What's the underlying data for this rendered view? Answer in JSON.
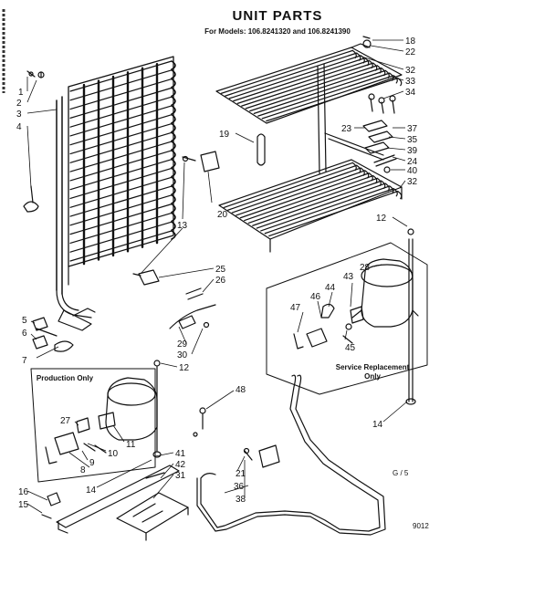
{
  "header": {
    "title": "UNIT PARTS",
    "subtitle": "For Models: 106.8241320 and 106.8241390"
  },
  "boxes": {
    "production": "Production Only",
    "service_line1": "Service Replacement",
    "service_line2": "Only"
  },
  "notes": {
    "code_a": "G / 5",
    "code_b": "9012"
  },
  "callouts": [
    {
      "id": "c18",
      "text": "18"
    },
    {
      "id": "c22",
      "text": "22"
    },
    {
      "id": "c32a",
      "text": "32"
    },
    {
      "id": "c33",
      "text": "33"
    },
    {
      "id": "c34",
      "text": "34"
    },
    {
      "id": "c23",
      "text": "23"
    },
    {
      "id": "c37",
      "text": "37"
    },
    {
      "id": "c35",
      "text": "35"
    },
    {
      "id": "c39",
      "text": "39"
    },
    {
      "id": "c24",
      "text": "24"
    },
    {
      "id": "c40",
      "text": "40"
    },
    {
      "id": "c32b",
      "text": "32"
    },
    {
      "id": "c1",
      "text": "1"
    },
    {
      "id": "c2",
      "text": "2"
    },
    {
      "id": "c3",
      "text": "3"
    },
    {
      "id": "c4",
      "text": "4"
    },
    {
      "id": "c19",
      "text": "19"
    },
    {
      "id": "c20",
      "text": "20"
    },
    {
      "id": "c13",
      "text": "13"
    },
    {
      "id": "c12a",
      "text": "12"
    },
    {
      "id": "c25",
      "text": "25"
    },
    {
      "id": "c26",
      "text": "26"
    },
    {
      "id": "c28",
      "text": "28"
    },
    {
      "id": "c43",
      "text": "43"
    },
    {
      "id": "c44",
      "text": "44"
    },
    {
      "id": "c46",
      "text": "46"
    },
    {
      "id": "c47",
      "text": "47"
    },
    {
      "id": "c45",
      "text": "45"
    },
    {
      "id": "c5",
      "text": "5"
    },
    {
      "id": "c6",
      "text": "6"
    },
    {
      "id": "c7",
      "text": "7"
    },
    {
      "id": "c29",
      "text": "29"
    },
    {
      "id": "c30",
      "text": "30"
    },
    {
      "id": "c12b",
      "text": "12"
    },
    {
      "id": "c48",
      "text": "48"
    },
    {
      "id": "c27",
      "text": "27"
    },
    {
      "id": "c11",
      "text": "11"
    },
    {
      "id": "c10",
      "text": "10"
    },
    {
      "id": "c9",
      "text": "9"
    },
    {
      "id": "c8",
      "text": "8"
    },
    {
      "id": "c14a",
      "text": "14"
    },
    {
      "id": "c14b",
      "text": "14"
    },
    {
      "id": "c41",
      "text": "41"
    },
    {
      "id": "c42",
      "text": "42"
    },
    {
      "id": "c31",
      "text": "31"
    },
    {
      "id": "c21",
      "text": "21"
    },
    {
      "id": "c36",
      "text": "36"
    },
    {
      "id": "c38",
      "text": "38"
    },
    {
      "id": "c16",
      "text": "16"
    },
    {
      "id": "c15",
      "text": "15"
    }
  ]
}
